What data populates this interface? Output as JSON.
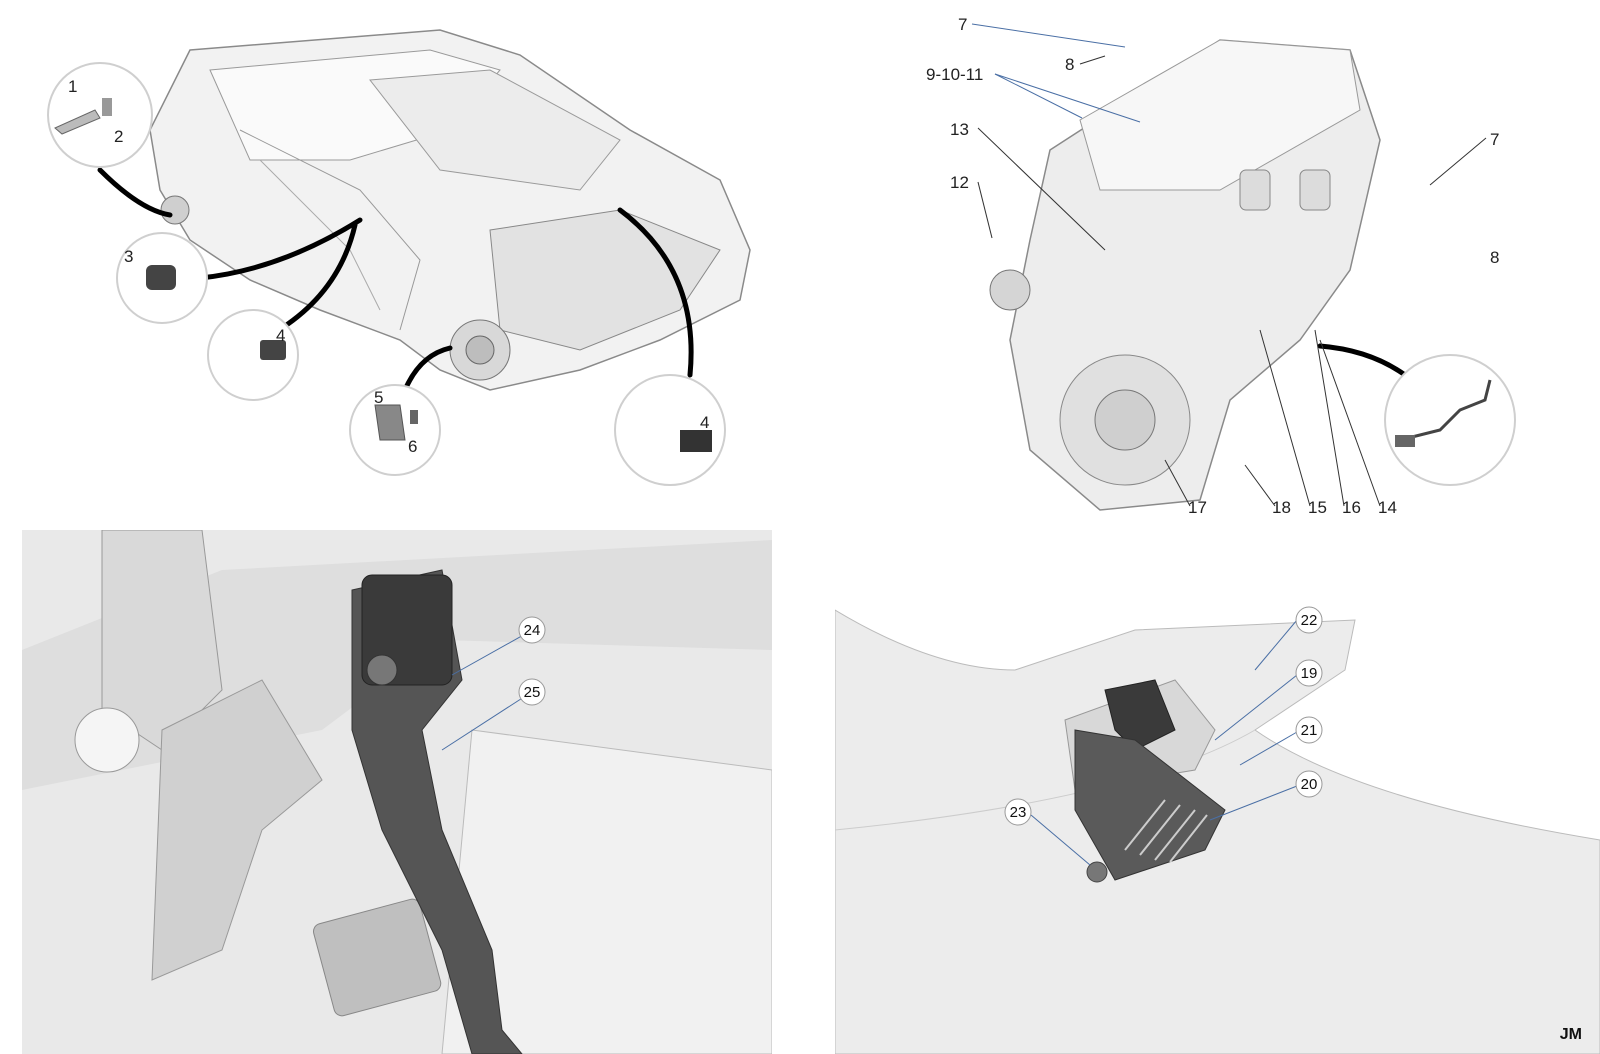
{
  "car_panel": {
    "callouts": [
      "1",
      "2",
      "3",
      "4",
      "4",
      "5",
      "6"
    ]
  },
  "engine_panel": {
    "callouts": [
      "7",
      "8",
      "9-10-11",
      "13",
      "12",
      "7",
      "8",
      "17",
      "18",
      "15",
      "16",
      "14"
    ]
  },
  "pedal_panel": {
    "callouts": [
      "24",
      "25"
    ]
  },
  "bracket_panel": {
    "callouts": [
      "22",
      "19",
      "21",
      "20",
      "23"
    ]
  },
  "watermark": "JM",
  "colors": {
    "body_shell": "#f2f2f2",
    "outline": "#8a8a8a",
    "component_dark": "#3a3a3a",
    "leader_blue": "#4a6fa5",
    "panel_bg": "#e7e7e7"
  }
}
